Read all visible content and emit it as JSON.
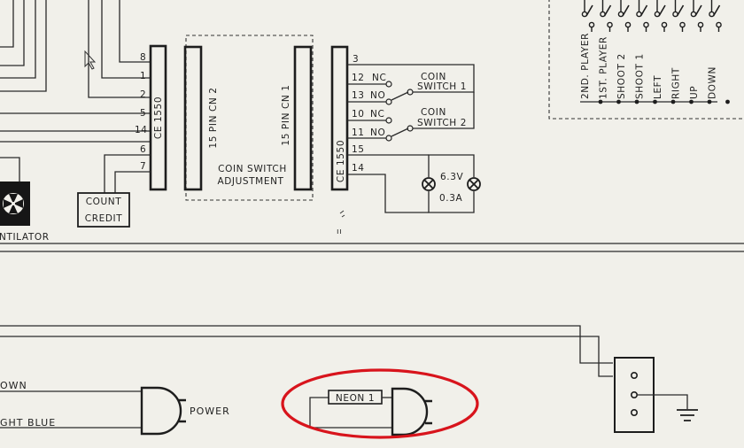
{
  "connector_left": {
    "label": "CE 1550",
    "pins": [
      "8",
      "1",
      "2",
      "5",
      "14",
      "6",
      "7"
    ]
  },
  "cn2": {
    "label": "15 PIN CN 2"
  },
  "cn1": {
    "label": "15 PIN CN 1"
  },
  "adjustment": {
    "line1": "COIN SWITCH",
    "line2": "ADJUSTMENT"
  },
  "connector_right": {
    "label": "CE 1550",
    "pins": [
      "3",
      "12",
      "13",
      "10",
      "11",
      "15",
      "14"
    ],
    "contacts": [
      "NC",
      "NO",
      "NC",
      "NO"
    ]
  },
  "coin_switch_1": {
    "line1": "COIN",
    "line2": "SWITCH 1"
  },
  "coin_switch_2": {
    "line1": "COIN",
    "line2": "SWITCH 2"
  },
  "lamp": {
    "voltage": "6.3V",
    "current": "0.3A"
  },
  "count_credit": {
    "line1": "COUNT",
    "line2": "CREDIT"
  },
  "ventilator": {
    "label": "NTILATOR"
  },
  "controls": [
    "2ND. PLAYER",
    "1ST. PLAYER",
    "SHOOT 2",
    "SHOOT 1",
    "LEFT",
    "RIGHT",
    "UP",
    "DOWN"
  ],
  "wires": {
    "brown": "OWN",
    "light_blue": "GHT BLUE"
  },
  "power": {
    "label": "POWER"
  },
  "neon": {
    "label": "NEON 1"
  },
  "mark": {
    "glyph": "ıı"
  },
  "colors": {
    "highlight": "#d8141c",
    "paper": "#f1f0ea",
    "ink": "#1f1f1f"
  }
}
